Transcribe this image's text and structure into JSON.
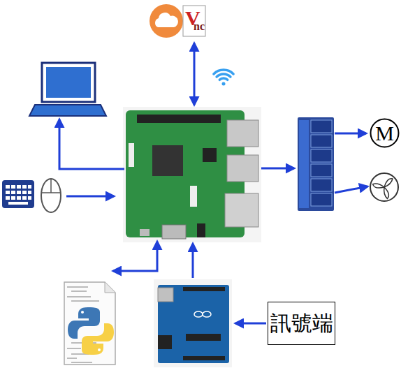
{
  "diagram": {
    "nodes": [
      {
        "text": [
          "訊號端"
        ]
      },
      {
        "text": [
          "M"
        ]
      }
    ],
    "labels": [
      "V",
      "nc"
    ]
  }
}
